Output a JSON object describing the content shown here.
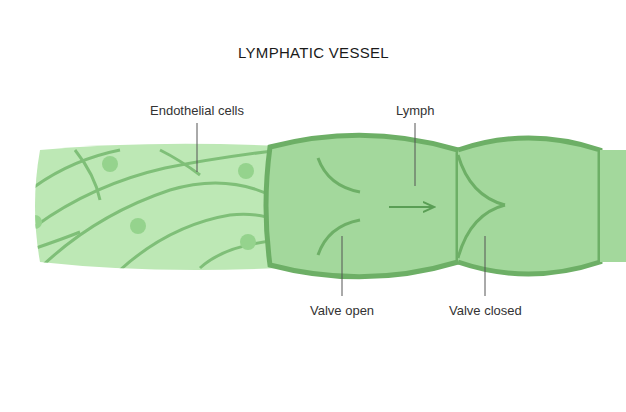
{
  "diagram": {
    "title": "LYMPHATIC VESSEL",
    "labels": [
      "Endothelial cells",
      "Lymph",
      "Valve open",
      "Valve closed"
    ]
  }
}
